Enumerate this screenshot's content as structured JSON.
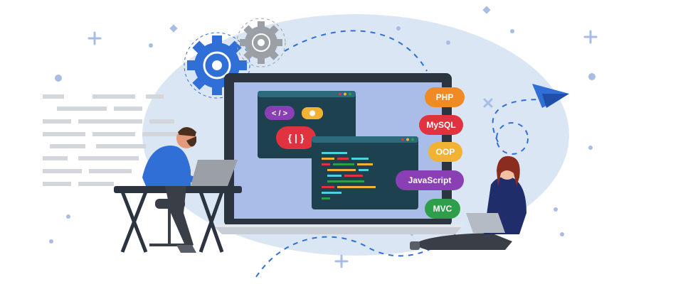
{
  "illustration": {
    "subject": "web development team with laptop and code windows",
    "colors": {
      "background_blob": "#dbe6f5",
      "accent_blue": "#2f6fd6",
      "navy": "#1f2d6b",
      "gray_gear": "#9aa0a6",
      "laptop_frame": "#2c3440",
      "screen": "#a9bde8",
      "code_window": "#1e4150"
    },
    "code_tags": {
      "angle_brackets": "< / >",
      "curly_braces": "{ | }"
    },
    "tech_tags": [
      {
        "label": "PHP",
        "color": "#f08a24"
      },
      {
        "label": "MySQL",
        "color": "#e0333f"
      },
      {
        "label": "OOP",
        "color": "#f2b233"
      },
      {
        "label": "JavaScript",
        "color": "#8a3fb5"
      },
      {
        "label": "MVC",
        "color": "#2e9e4a"
      }
    ],
    "icons": [
      "gear-icon",
      "paper-plane-icon",
      "plus-icon",
      "laptop-icon"
    ]
  }
}
